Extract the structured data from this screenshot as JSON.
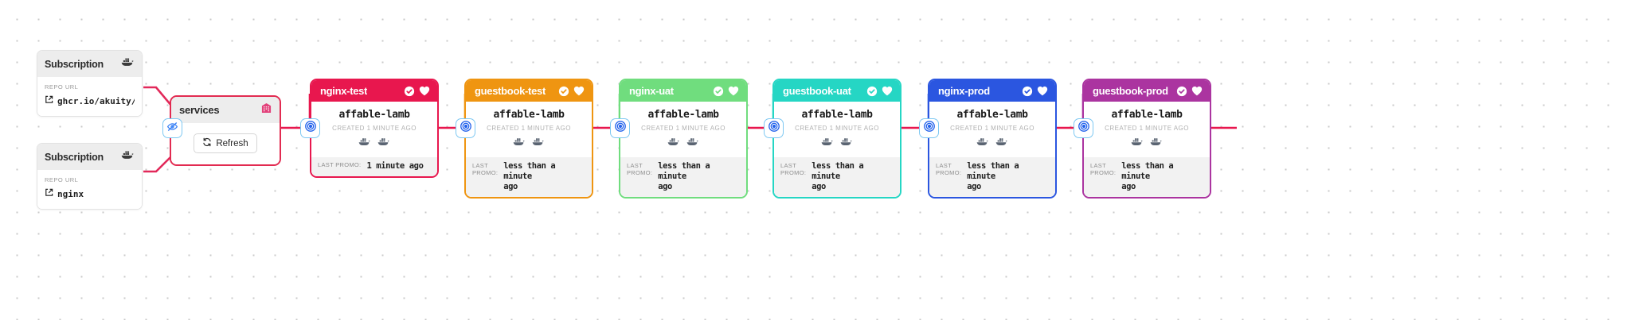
{
  "app": {
    "view": "promotion-pipeline-graph",
    "background": "#ffffff",
    "dot_color": "#c9c9c9"
  },
  "subscriptions": [
    {
      "title": "Subscription",
      "icon": "docker-whale-icon",
      "field_label": "REPO URL",
      "value": "ghcr.io/akuity/g…",
      "link_icon": "external-link-icon"
    },
    {
      "title": "Subscription",
      "icon": "docker-whale-icon",
      "field_label": "REPO URL",
      "value": "nginx",
      "link_icon": "external-link-icon"
    }
  ],
  "warehouse": {
    "title": "services",
    "icon": "warehouse-icon",
    "icon_color": "#e2417a",
    "border_color": "#e22b51",
    "refresh_label": "Refresh",
    "refresh_icon": "refresh-icon"
  },
  "chips": [
    {
      "name": "hide-subscriptions-chip",
      "icon": "eye-slash-icon",
      "color": "#3b82f6"
    },
    {
      "name": "stage-connector-chip-nginx-test",
      "icon": "target-icon",
      "color": "#2563eb"
    },
    {
      "name": "stage-connector-chip-guestbook-test",
      "icon": "target-icon",
      "color": "#2563eb"
    },
    {
      "name": "stage-connector-chip-nginx-uat",
      "icon": "target-icon",
      "color": "#2563eb"
    },
    {
      "name": "stage-connector-chip-guestbook-uat",
      "icon": "target-icon",
      "color": "#2563eb"
    },
    {
      "name": "stage-connector-chip-nginx-prod",
      "icon": "target-icon",
      "color": "#2563eb"
    },
    {
      "name": "stage-connector-chip-guestbook-prod",
      "icon": "target-icon",
      "color": "#2563eb"
    }
  ],
  "common": {
    "freight_name": "affable-lamb",
    "created_text": "CREATED 1 MINUTE AGO",
    "last_promo_label": "LAST PROMO:",
    "health_icon": "check-circle-icon",
    "favorite_icon": "heart-icon",
    "artifact_icon": "docker-whale-icon",
    "artifact_count": 2
  },
  "stages": [
    {
      "name": "nginx-test",
      "color": "#e8174e",
      "freight": "affable-lamb",
      "created": "CREATED 1 MINUTE AGO",
      "last_promo_label": "LAST PROMO:",
      "last_promo": "1 minute ago",
      "promo_wraps": false
    },
    {
      "name": "guestbook-test",
      "color": "#ef9511",
      "freight": "affable-lamb",
      "created": "CREATED 1 MINUTE AGO",
      "last_promo_label": "LAST PROMO:",
      "last_promo": "less than a minute ago",
      "promo_wraps": true
    },
    {
      "name": "nginx-uat",
      "color": "#70dd7e",
      "freight": "affable-lamb",
      "created": "CREATED 1 MINUTE AGO",
      "last_promo_label": "LAST PROMO:",
      "last_promo": "less than a minute ago",
      "promo_wraps": true
    },
    {
      "name": "guestbook-uat",
      "color": "#25d6c4",
      "freight": "affable-lamb",
      "created": "CREATED 1 MINUTE AGO",
      "last_promo_label": "LAST PROMO:",
      "last_promo": "less than a minute ago",
      "promo_wraps": true
    },
    {
      "name": "nginx-prod",
      "color": "#2b56e0",
      "freight": "affable-lamb",
      "created": "CREATED 1 MINUTE AGO",
      "last_promo_label": "LAST PROMO:",
      "last_promo": "less than a minute ago",
      "promo_wraps": true
    },
    {
      "name": "guestbook-prod",
      "color": "#ab34a0",
      "freight": "affable-lamb",
      "created": "CREATED 1 MINUTE AGO",
      "last_promo_label": "LAST PROMO:",
      "last_promo": "less than a minute ago",
      "promo_wraps": true
    }
  ],
  "edges": {
    "subscription_color": "#e2295a",
    "stage_color": "#e8174e",
    "warehouse_out_color": "#e8174e"
  }
}
